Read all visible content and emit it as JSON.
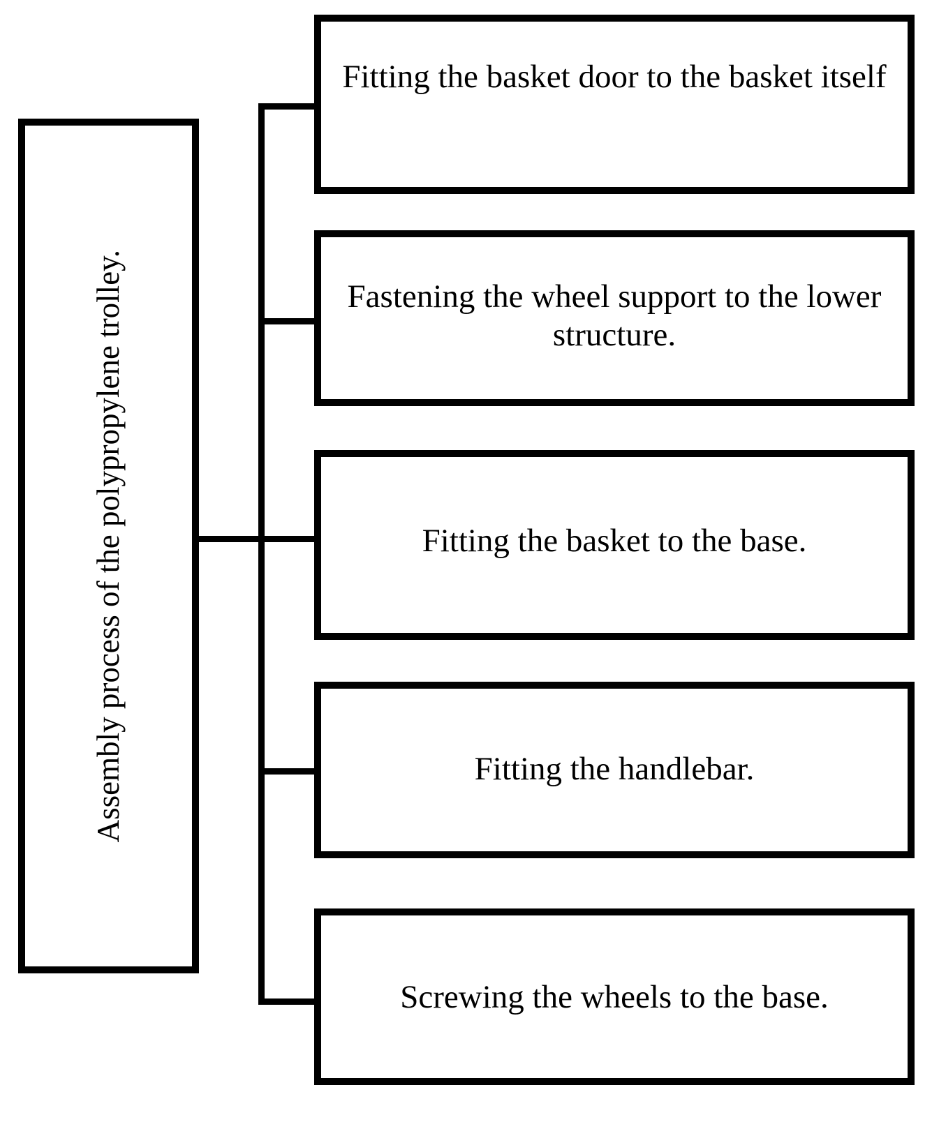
{
  "diagram": {
    "type": "tree-diagram",
    "orientation": "left-to-right",
    "stroke_color": "#000000",
    "background_color": "#ffffff",
    "root": {
      "label": "Assembly process of the polypropylene trolley.",
      "text_rotation": "vertical-bottom-to-top"
    },
    "branches": [
      {
        "index": 1,
        "label": "Fitting the basket door to the basket itself"
      },
      {
        "index": 2,
        "label": "Fastening the wheel support to the lower structure."
      },
      {
        "index": 3,
        "label": "Fitting the basket to the base."
      },
      {
        "index": 4,
        "label": "Fitting the handlebar."
      },
      {
        "index": 5,
        "label": "Screwing the wheels to the base."
      }
    ]
  }
}
